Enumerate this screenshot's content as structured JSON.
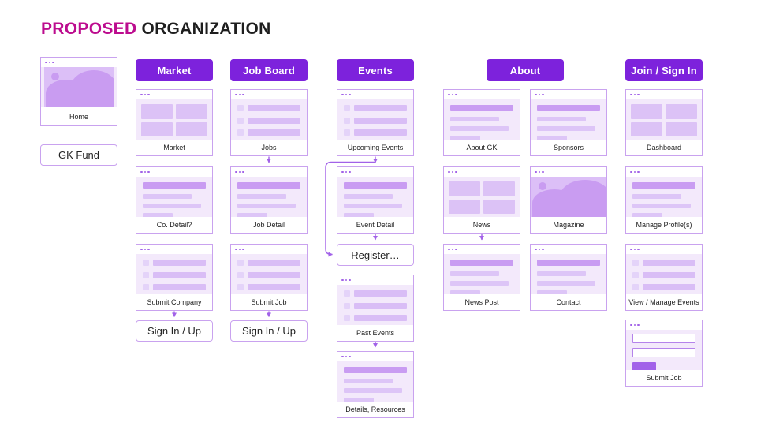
{
  "title": {
    "highlight": "PROPOSED",
    "rest": "ORGANIZATION"
  },
  "colors": {
    "magenta": "#BC0C8E",
    "header-purple": "#7D22DC",
    "card-border": "#C9A2EF",
    "card-body": "#F3E9FB",
    "bar-dark": "#C99CF2",
    "bar-light": "#DDC5F7",
    "tile": "#DCC2F6",
    "row-square": "#E4D3F9",
    "row-bar": "#D9BDF6",
    "img-bg": "#DCBFF7",
    "mountain": "#C99CF1",
    "input-border": "#B583EB",
    "button-fill": "#A262E9",
    "connector": "#A262E8",
    "dots": "#A262E8",
    "text-dark": "#222222"
  },
  "sitemap": {
    "home": {
      "label": "Home"
    },
    "gk_fund": {
      "label": "GK Fund"
    },
    "market": {
      "header": "Market",
      "pages": {
        "market": "Market",
        "co_detail": "Co. Detail?",
        "submit_company": "Submit Company"
      },
      "signin": "Sign In / Up"
    },
    "job_board": {
      "header": "Job Board",
      "pages": {
        "jobs": "Jobs",
        "job_detail": "Job Detail",
        "submit_job": "Submit Job"
      },
      "signin": "Sign In / Up"
    },
    "events": {
      "header": "Events",
      "pages": {
        "upcoming_events": "Upcoming Events",
        "event_detail": "Event Detail",
        "register": "Register…",
        "past_events": "Past Events",
        "details_resources": "Details, Resources"
      }
    },
    "about": {
      "header": "About",
      "pages": {
        "about_gk": "About GK",
        "news": "News",
        "news_post": "News Post",
        "sponsors": "Sponsors",
        "magazine": "Magazine",
        "contact": "Contact"
      }
    },
    "join": {
      "header": "Join / Sign In",
      "pages": {
        "dashboard": "Dashboard",
        "manage_profiles": "Manage Profile(s)",
        "view_manage_events": "View / Manage Events",
        "submit_job": "Submit Job"
      }
    }
  }
}
